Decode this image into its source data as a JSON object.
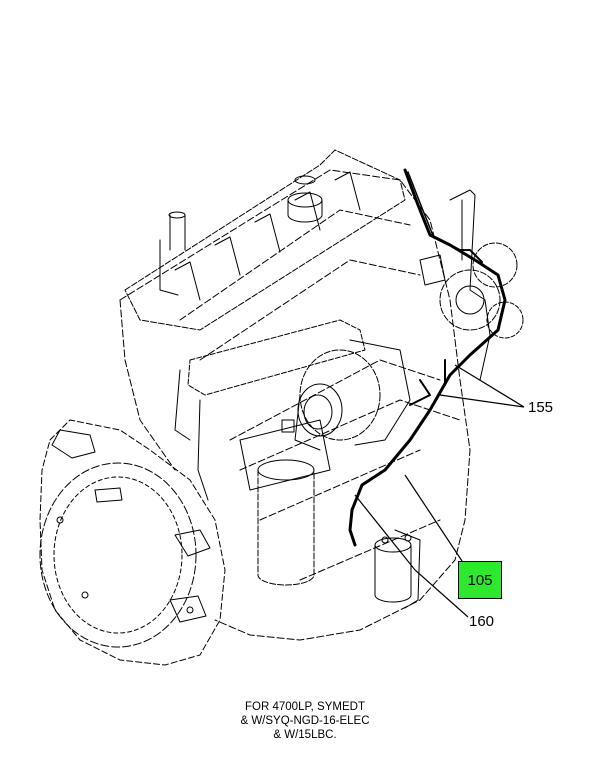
{
  "diagram": {
    "callouts": {
      "part_155": "155",
      "part_160": "160",
      "part_105": "105"
    },
    "highlight_color": "#2ee82e",
    "caption_lines": [
      "FOR 4700LP, SYMEDT",
      "& W/SYQ-NGD-16-ELEC",
      "& W/15LBC."
    ]
  }
}
